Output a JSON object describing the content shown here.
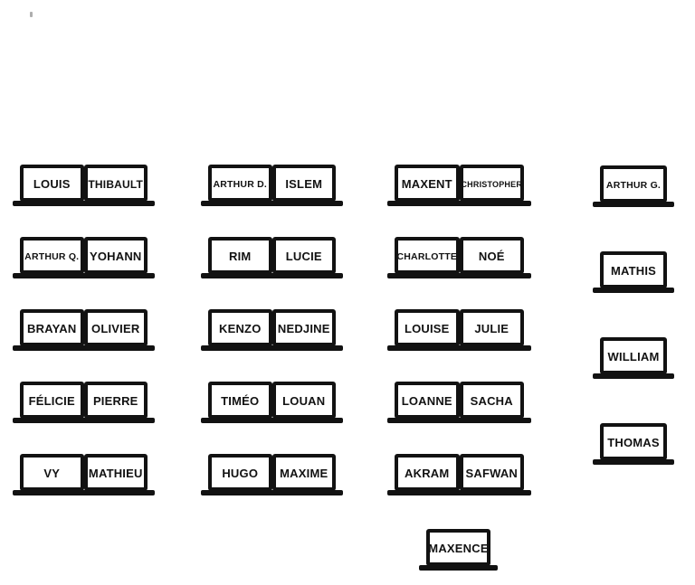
{
  "app": {
    "background_color": "#ffffff",
    "ink_color": "#121212",
    "stray_mark_color": "#aeaeae"
  },
  "seating": {
    "desks": [
      {
        "column": 1,
        "row": 1,
        "seats": [
          "LOUIS",
          "THIBAULT"
        ]
      },
      {
        "column": 1,
        "row": 2,
        "seats": [
          "ARTHUR Q.",
          "YOHANN"
        ]
      },
      {
        "column": 1,
        "row": 3,
        "seats": [
          "BRAYAN",
          "OLIVIER"
        ]
      },
      {
        "column": 1,
        "row": 4,
        "seats": [
          "FÉLICIE",
          "PIERRE"
        ]
      },
      {
        "column": 1,
        "row": 5,
        "seats": [
          "VY",
          "MATHIEU"
        ]
      },
      {
        "column": 2,
        "row": 1,
        "seats": [
          "ARTHUR D.",
          "ISLEM"
        ]
      },
      {
        "column": 2,
        "row": 2,
        "seats": [
          "RIM",
          "LUCIE"
        ]
      },
      {
        "column": 2,
        "row": 3,
        "seats": [
          "KENZO",
          "NEDJINE"
        ]
      },
      {
        "column": 2,
        "row": 4,
        "seats": [
          "TIMÉO",
          "LOUAN"
        ]
      },
      {
        "column": 2,
        "row": 5,
        "seats": [
          "HUGO",
          "MAXIME"
        ]
      },
      {
        "column": 3,
        "row": 1,
        "seats": [
          "MAXENT",
          "CHRISTOPHER"
        ]
      },
      {
        "column": 3,
        "row": 2,
        "seats": [
          "CHARLOTTE",
          "NOÉ"
        ]
      },
      {
        "column": 3,
        "row": 3,
        "seats": [
          "LOUISE",
          "JULIE"
        ]
      },
      {
        "column": 3,
        "row": 4,
        "seats": [
          "LOANNE",
          "SACHA"
        ]
      },
      {
        "column": 3,
        "row": 5,
        "seats": [
          "AKRAM",
          "SAFWAN"
        ]
      },
      {
        "column": 4,
        "row": 1,
        "seats": [
          "ARTHUR G."
        ]
      },
      {
        "column": 4,
        "row": 2,
        "seats": [
          "MATHIS"
        ]
      },
      {
        "column": 4,
        "row": 3,
        "seats": [
          "WILLIAM"
        ]
      },
      {
        "column": 4,
        "row": 4,
        "seats": [
          "THOMAS"
        ]
      },
      {
        "column": 5,
        "row": 1,
        "seats": [
          "MAXENCE"
        ]
      }
    ]
  }
}
